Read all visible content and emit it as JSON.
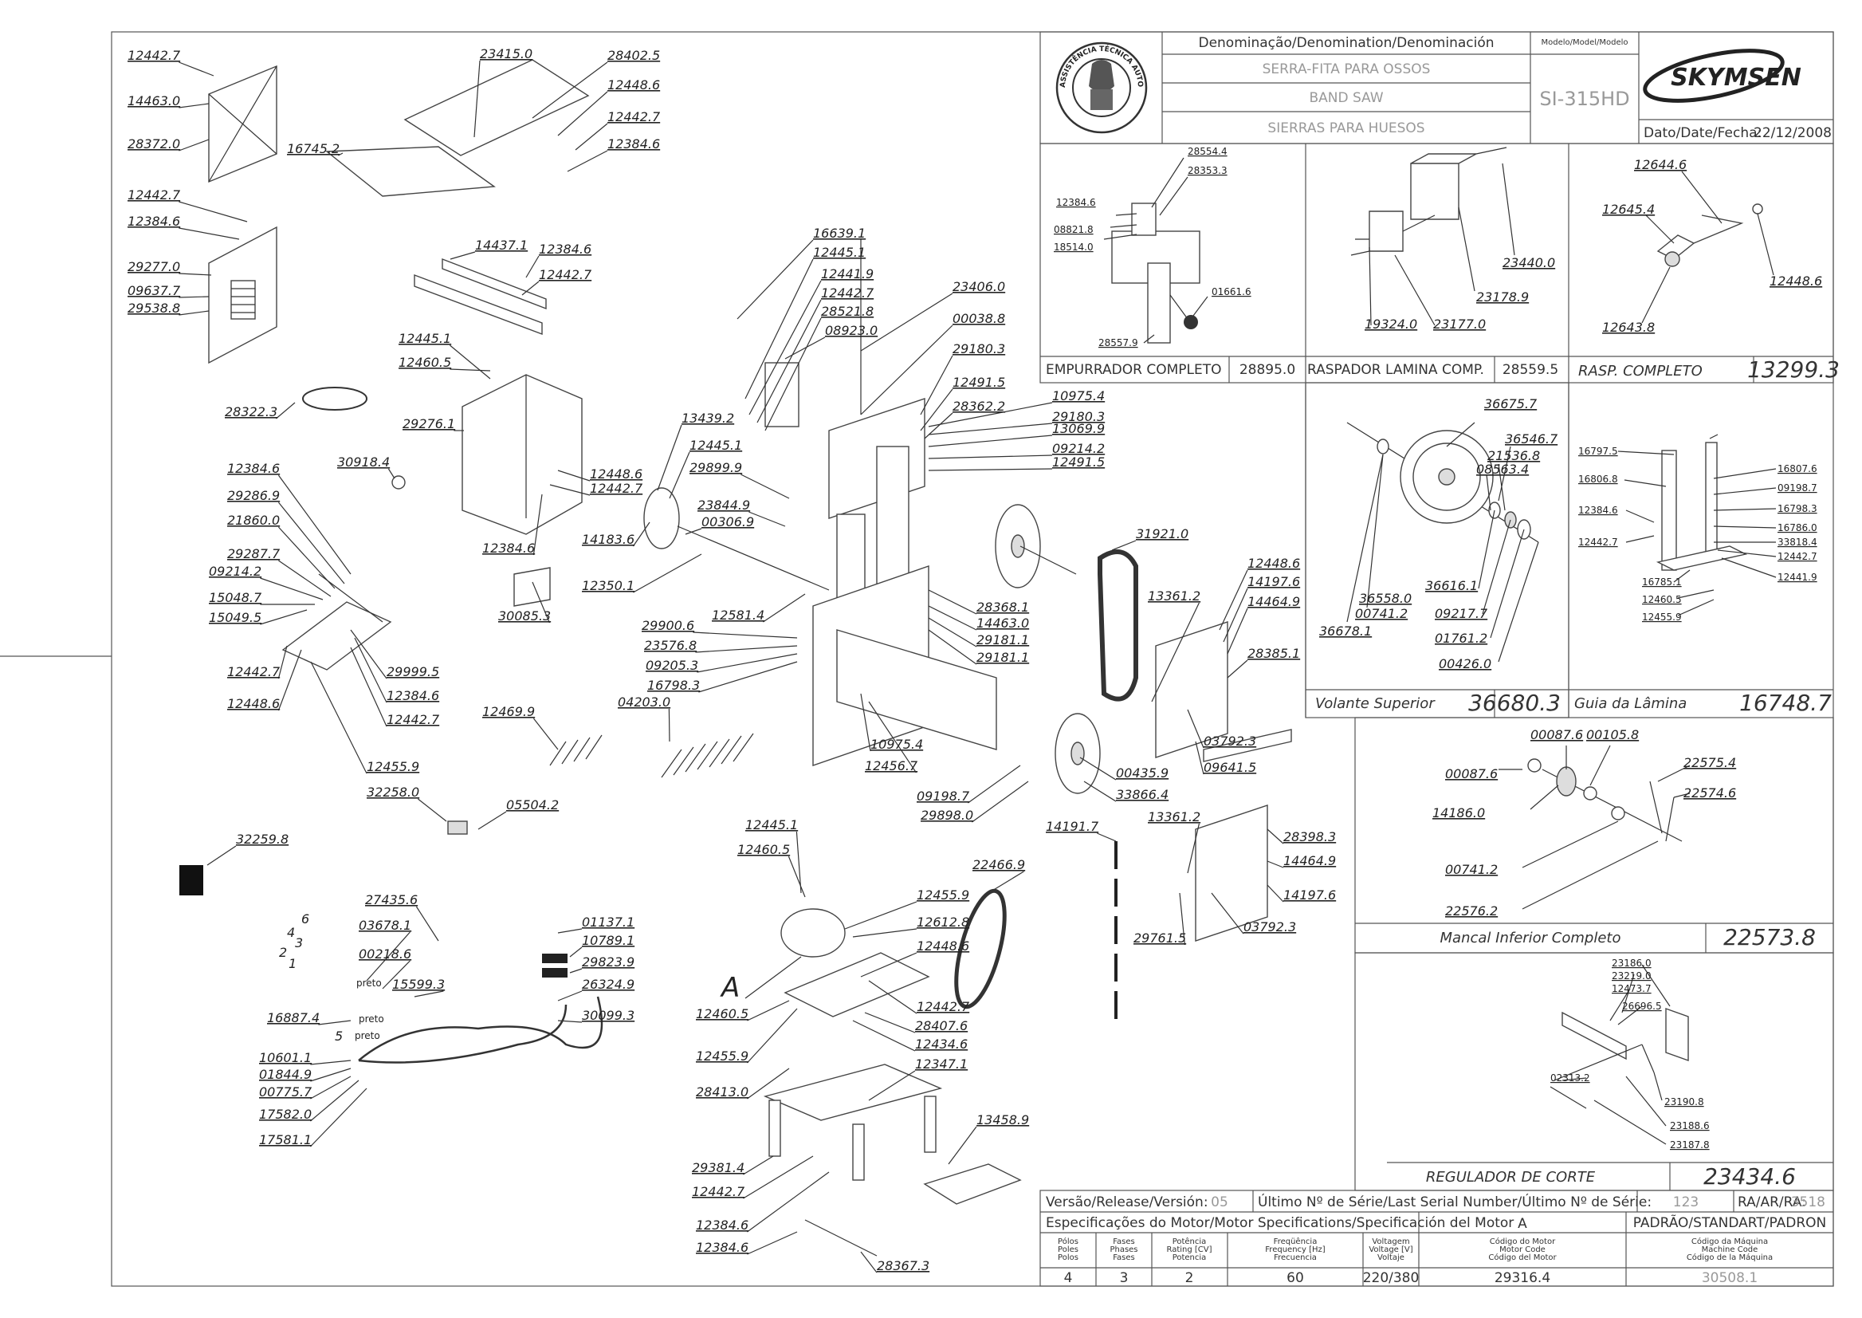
{
  "title_block": {
    "denomination_header": "Denominação/Denomination/Denominación",
    "name_pt": "SERRA-FITA PARA OSSOS",
    "name_en": "BAND SAW",
    "name_es": "SIERRAS PARA HUESOS",
    "model_header": "Modelo/Model/Modelo",
    "model": "SI-315HD",
    "brand": "SKYMSEN",
    "date_label": "Dato/Date/Fecha:",
    "date": "22/12/2008",
    "seal_text": "ASSISTÊNCIA TÉCNICA AUTORIZADA",
    "version_label": "Versão/Release/Versión:",
    "version": "05",
    "last_serial_label": "Último Nº de Série/Last Serial Number/Último Nº de Série:",
    "last_serial": "123",
    "ra_label": "RA/AR/RA:",
    "ra": "3518",
    "motor_spec_label": "Especificações do Motor/Motor Specifications/Specificación del Motor",
    "motor_variant": "A",
    "standard_label": "PADRÃO/STANDART/PADRON",
    "motor_cols": [
      {
        "head": [
          "Pólos",
          "Poles",
          "Polos"
        ],
        "value": "4"
      },
      {
        "head": [
          "Fases",
          "Phases",
          "Fases"
        ],
        "value": "3"
      },
      {
        "head": [
          "Potência",
          "Rating [CV]",
          "Potencia"
        ],
        "value": "2"
      },
      {
        "head": [
          "Freqüência",
          "Frequency [Hz]",
          "Frecuencia"
        ],
        "value": "60"
      },
      {
        "head": [
          "Voltagem",
          "Voltage [V]",
          "Voltaje"
        ],
        "value": "220/380"
      },
      {
        "head": [
          "Código do Motor",
          "Motor Code",
          "Código del Motor"
        ],
        "value": "29316.4"
      },
      {
        "head": [
          "Código da Máquina",
          "Machine Code",
          "Código de la Máquina"
        ],
        "value": "30508.1"
      }
    ]
  },
  "assemblies": [
    {
      "id": "empurrador",
      "name": "EMPURRADOR COMPLETO",
      "code": "28895.0",
      "parts": [
        "28554.4",
        "28353.3",
        "12384.6",
        "08821.8",
        "18514.0",
        "01661.6",
        "28557.9"
      ]
    },
    {
      "id": "raspador",
      "name": "RASPADOR LAMINA COMP.",
      "code": "28559.5",
      "parts": [
        "23440.0",
        "23178.9",
        "19324.0",
        "23177.0"
      ]
    },
    {
      "id": "rasp",
      "name": "RASP. COMPLETO",
      "code": "13299.3",
      "parts": [
        "12644.6",
        "12645.4",
        "12448.6",
        "12643.8"
      ]
    },
    {
      "id": "volante",
      "name": "Volante Superior",
      "code": "36680.3",
      "parts": [
        "36675.7",
        "36546.7",
        "21536.8",
        "08563.4",
        "36558.0",
        "00741.2",
        "36616.1",
        "36678.1",
        "09217.7",
        "01761.2",
        "00426.0"
      ]
    },
    {
      "id": "guia",
      "name": "Guia da Lâmina",
      "code": "16748.7",
      "parts": [
        "16797.5",
        "16807.6",
        "16806.8",
        "09198.7",
        "16798.3",
        "12384.6",
        "16786.0",
        "12442.7",
        "33818.4",
        "12442.7",
        "16785.1",
        "12441.9",
        "12460.5",
        "12455.9"
      ]
    },
    {
      "id": "mancal",
      "name": "Mancal Inferior Completo",
      "code": "22573.8",
      "parts": [
        "00087.6",
        "00105.8",
        "00087.6",
        "22575.4",
        "22574.6",
        "14186.0",
        "00741.2",
        "22576.2"
      ]
    },
    {
      "id": "regulador",
      "name": "REGULADOR DE CORTE",
      "code": "23434.6",
      "parts": [
        "23186.0",
        "23219.0",
        "12473.7",
        "26696.5",
        "02313.2",
        "23190.8",
        "23188.6",
        "23187.8"
      ]
    }
  ],
  "main_labels": {
    "top_left_panel": [
      "12442.7",
      "14463.0",
      "28372.0"
    ],
    "side_panel": [
      "12442.7",
      "12384.6",
      "29277.0",
      "09637.7",
      "29538.8"
    ],
    "table_top": [
      "23415.0",
      "28402.5",
      "12448.6",
      "12442.7",
      "12384.6",
      "16745.2"
    ],
    "rails": [
      "14437.1",
      "12384.6",
      "12442.7"
    ],
    "cabinet": [
      "12445.1",
      "12460.5",
      "29276.1",
      "12448.6",
      "12442.7",
      "12384.6"
    ],
    "misc_left": [
      "28322.3",
      "30918.4",
      "30085.3"
    ],
    "guide_bracket": [
      "12384.6",
      "29286.9",
      "21860.0",
      "29287.7",
      "09214.2",
      "15048.7",
      "15049.5",
      "12442.7",
      "12448.6",
      "29999.5",
      "12384.6",
      "12442.7",
      "12455.9"
    ],
    "screws": [
      "12469.9",
      "04203.0"
    ],
    "frame_top": [
      "16639.1",
      "12445.1",
      "12441.9",
      "12442.7",
      "28521.8",
      "08923.0",
      "23406.0",
      "00038.8",
      "29180.3",
      "12491.5",
      "28362.2"
    ],
    "frame_center": [
      "13439.2",
      "12445.1",
      "29899.9",
      "23844.9",
      "00306.9",
      "14183.6",
      "12350.1",
      "12581.4"
    ],
    "frame_right": [
      "10975.4",
      "29180.3",
      "13069.9",
      "09214.2",
      "12491.5",
      "31921.0",
      "28368.1",
      "14463.0",
      "29181.1",
      "29181.1"
    ],
    "frame_lower": [
      "29900.6",
      "23576.8",
      "09205.3",
      "16798.3",
      "10975.4",
      "12456.7",
      "09198.7",
      "29898.0",
      "00435.9",
      "33866.4"
    ],
    "door_upper": [
      "13361.2",
      "12448.6",
      "14197.6",
      "14464.9",
      "28385.1",
      "03792.3",
      "09641.5"
    ],
    "door_lower": [
      "14191.7",
      "13361.2",
      "28398.3",
      "14464.9",
      "14197.6",
      "29761.5",
      "03792.3"
    ],
    "electrical": [
      "32258.0",
      "05504.2",
      "32259.8",
      "27435.6",
      "03678.1",
      "00218.6",
      "15599.3",
      "16887.4",
      "10601.1",
      "01844.9",
      "00775.7",
      "17582.0",
      "17581.1",
      "01137.1",
      "10789.1",
      "29823.9",
      "26324.9",
      "30099.3"
    ],
    "wire_numbers": [
      "6",
      "4",
      "3",
      "2",
      "1",
      "5"
    ],
    "wire_colors": [
      "preto",
      "preto",
      "preto"
    ],
    "motor": [
      "12445.1",
      "12460.5",
      "22466.9",
      "12455.9",
      "12612.8",
      "12448.6",
      "12442.7",
      "12460.5",
      "28407.6",
      "12434.6",
      "12455.9",
      "12347.1",
      "28413.0",
      "13458.9",
      "29381.4",
      "12442.7",
      "12384.6",
      "12384.6",
      "28367.3"
    ],
    "motor_marker": "A"
  }
}
